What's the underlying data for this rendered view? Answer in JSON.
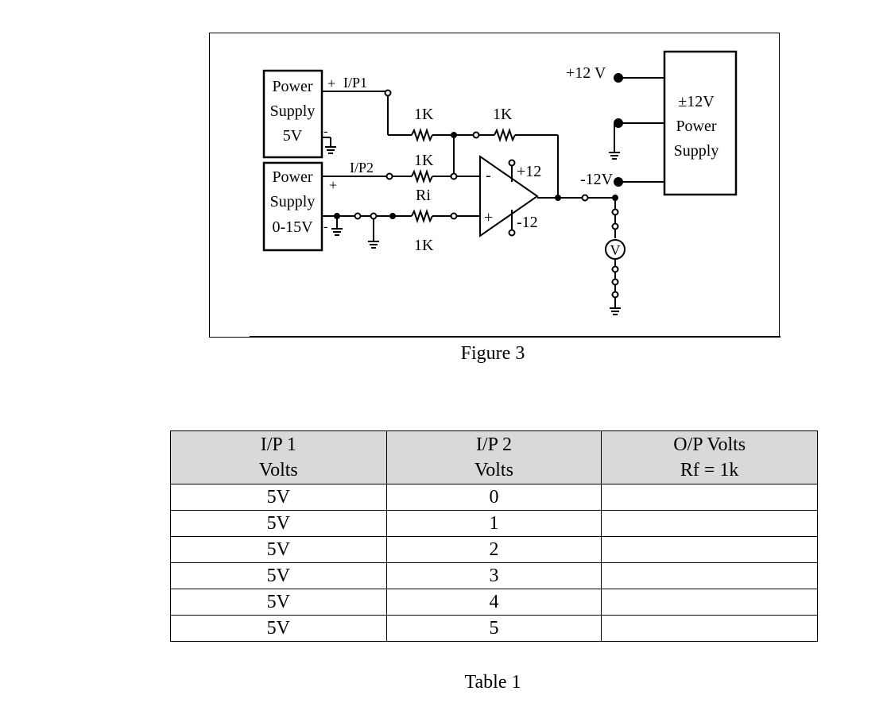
{
  "figure": {
    "caption": "Figure 3",
    "labels": {
      "ps1_line1": "Power",
      "ps1_line2": "Supply",
      "ps1_line3": "5V",
      "ps2_line1": "Power",
      "ps2_line2": "Supply",
      "ps2_line3": "0-15V",
      "ps3_line1": "±12V",
      "ps3_line2": "Power",
      "ps3_line3": "Supply",
      "ip1": "I/P1",
      "ip2": "I/P2",
      "plus1": "+",
      "plus2": "+",
      "r_top_in": "1K",
      "r_feedback": "1K",
      "r_mid": "1K",
      "ri": "Ri",
      "r_bottom": "1K",
      "opamp_pos_supply": "+12",
      "opamp_neg_supply": "-12",
      "opamp_minus": "-",
      "opamp_plus": "+",
      "rail_pos": "+12 V",
      "rail_neg": "-12V",
      "voltmeter": "V"
    }
  },
  "table": {
    "caption": "Table 1",
    "headers": [
      {
        "line1": "I/P 1",
        "line2": "Volts"
      },
      {
        "line1": "I/P 2",
        "line2": "Volts"
      },
      {
        "line1": "O/P Volts",
        "line2": "Rf = 1k"
      }
    ],
    "rows": [
      {
        "ip1": "5V",
        "ip2": "0",
        "op": ""
      },
      {
        "ip1": "5V",
        "ip2": "1",
        "op": ""
      },
      {
        "ip1": "5V",
        "ip2": "2",
        "op": ""
      },
      {
        "ip1": "5V",
        "ip2": "3",
        "op": ""
      },
      {
        "ip1": "5V",
        "ip2": "4",
        "op": ""
      },
      {
        "ip1": "5V",
        "ip2": "5",
        "op": ""
      }
    ]
  }
}
